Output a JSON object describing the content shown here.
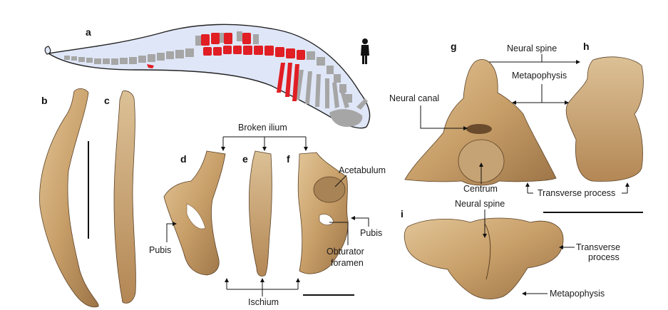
{
  "panels": {
    "a": "a",
    "b": "b",
    "c": "c",
    "d": "d",
    "e": "e",
    "f": "f",
    "g": "g",
    "h": "h",
    "i": "i"
  },
  "labels": {
    "broken_ilium": "Broken ilium",
    "acetabulum": "Acetabulum",
    "pubis_left": "Pubis",
    "pubis_right": "Pubis",
    "obturator_foramen_1": "Obturator",
    "obturator_foramen_2": "foramen",
    "ischium": "Ischium",
    "neural_spine_top": "Neural spine",
    "metaphysis": "Metapophysis",
    "neural_canal": "Neural canal",
    "centrum": "Centrum",
    "transverse_process_gh": "Transverse process",
    "neural_spine_i": "Neural spine",
    "transverse_process_i_1": "Transverse",
    "transverse_process_i_2": "process",
    "metapophysis_i": "Metapophysis"
  },
  "colors": {
    "body_fill": "#dfe6f7",
    "skeleton_grey": "#a6a6a6",
    "highlight_red": "#e01e24",
    "bone_light": "#d9b98a",
    "bone_mid": "#c79e68",
    "bone_dark": "#8e6a42"
  },
  "icons": {
    "human_scale": "human-silhouette-icon"
  }
}
